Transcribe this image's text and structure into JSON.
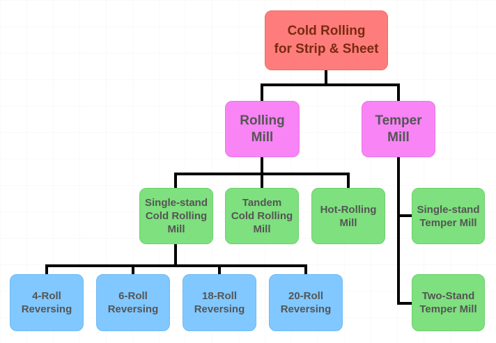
{
  "diagram": {
    "root": "Cold Rolling\nfor Strip & Sheet",
    "level1": {
      "rolling_mill": "Rolling\nMill",
      "temper_mill": "Temper\nMill"
    },
    "level2": {
      "single_stand_cold": "Single-stand\nCold Rolling\nMill",
      "tandem_cold": "Tandem\nCold Rolling\nMill",
      "hot_rolling": "Hot-Rolling\nMill",
      "single_stand_temper": "Single-stand\nTemper Mill",
      "two_stand_temper": "Two-Stand\nTemper Mill"
    },
    "level3": {
      "roll4": "4-Roll\nReversing",
      "roll6": "6-Roll\nReversing",
      "roll18": "18-Roll\nReversing",
      "roll20": "20-Roll\nReversing"
    }
  },
  "colors": {
    "root_fill": "#ff7c7c",
    "mid_fill": "#f884f5",
    "green_fill": "#7ee07e",
    "blue_fill": "#80c8ff",
    "connector": "#000000"
  }
}
